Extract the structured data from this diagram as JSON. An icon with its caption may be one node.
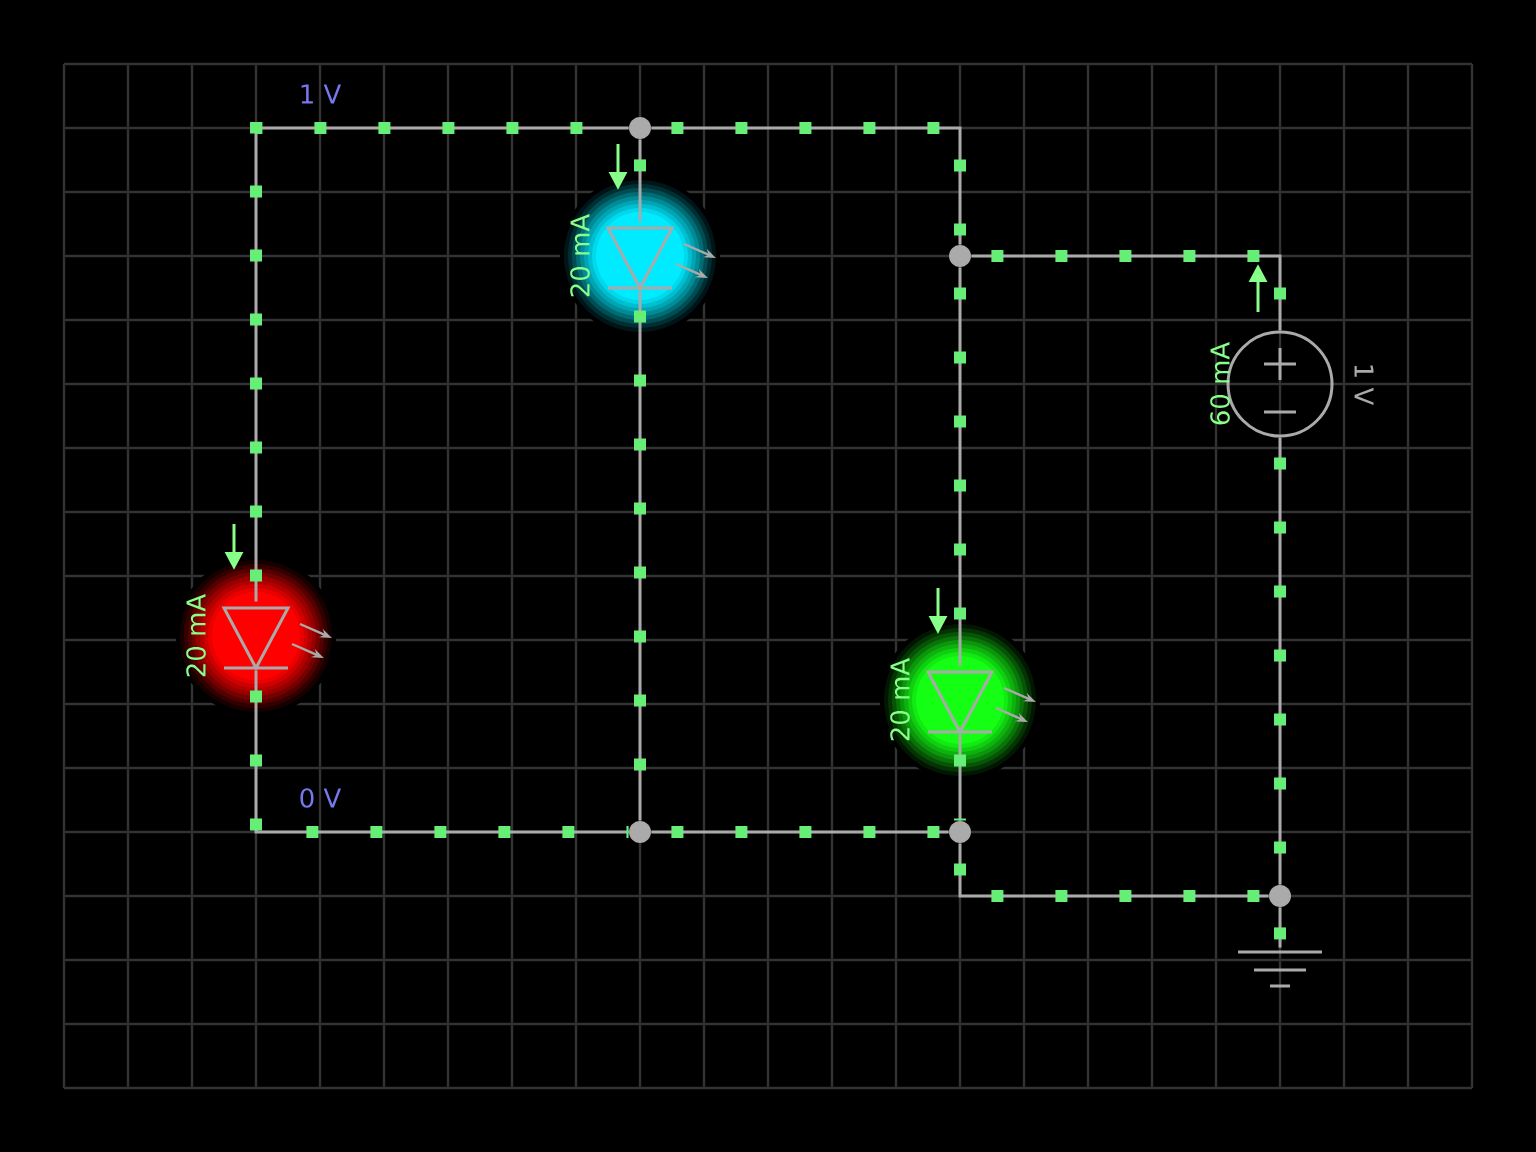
{
  "diagram": {
    "nodes": [
      {
        "text": [],
        "shape": "circle"
      },
      {
        "text": [],
        "shape": "circle"
      },
      {
        "text": [],
        "shape": "circle"
      },
      {
        "text": [],
        "shape": "circle"
      },
      {
        "text": [],
        "shape": "circle"
      },
      {
        "text": [],
        "shape": "diode",
        "beside": [
          "20 mA"
        ]
      },
      {
        "text": [],
        "shape": "diode",
        "beside": [
          "20 mA"
        ]
      },
      {
        "text": [],
        "shape": "diode",
        "beside": [
          "20 mA"
        ]
      },
      {
        "text": [],
        "shape": "circle",
        "beside": [
          "60 mA",
          "1 V"
        ]
      },
      {
        "text": [],
        "shape": "ground"
      }
    ],
    "edges": [
      {
        "from": 6,
        "to": 0,
        "arrow": "none"
      },
      {
        "from": 0,
        "to": 5,
        "arrow": "none"
      },
      {
        "from": 0,
        "to": 1,
        "arrow": "none"
      },
      {
        "from": 1,
        "to": 8,
        "arrow": "none"
      },
      {
        "from": 1,
        "to": 7,
        "arrow": "none"
      },
      {
        "from": 5,
        "to": 2,
        "arrow": "none"
      },
      {
        "from": 6,
        "to": 2,
        "arrow": "none"
      },
      {
        "from": 2,
        "to": 3,
        "arrow": "none"
      },
      {
        "from": 7,
        "to": 3,
        "arrow": "none"
      },
      {
        "from": 3,
        "to": 4,
        "arrow": "none"
      },
      {
        "from": 8,
        "to": 4,
        "arrow": "none"
      },
      {
        "from": 4,
        "to": 9,
        "arrow": "none"
      }
    ],
    "labels": [
      "1 V",
      "0 V"
    ]
  }
}
